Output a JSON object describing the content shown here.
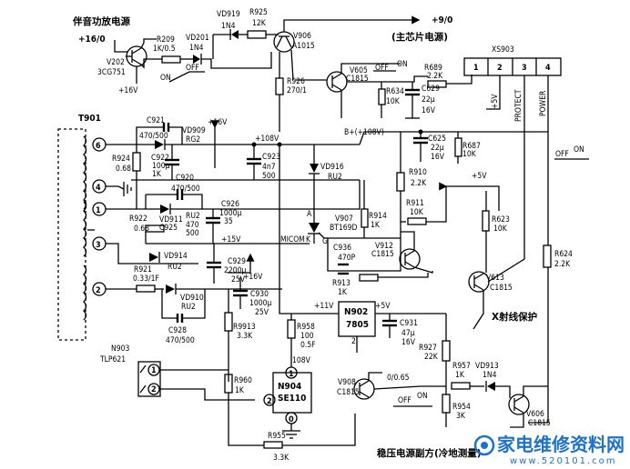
{
  "labels": {
    "audio_power": "伴音功放电源",
    "rail_16_0": "+16/0",
    "rail_9_0": "+9/0",
    "main_chip_power": "(主芯片电源)",
    "rail_16v": "+16V",
    "rail_16v_b": "+16V",
    "rail_16v_c": "+16V",
    "rail_15v": "+15V",
    "rail_108v": "+108V",
    "rail_b_108": "B+(+108V)",
    "rail_11v": "+11V",
    "rail_5v": "+5V",
    "rail_5v_b": "+5V",
    "rail_5v_c": "+5V",
    "v108": "108V",
    "v065": "0/0.65",
    "micom": "MICOM",
    "off_on_1": "OFF",
    "on_1": "ON",
    "off_on_2": "OFF",
    "on_2": "ON",
    "off_on_3": "OFF",
    "on_3": "ON",
    "off_on_4": "OFF",
    "on_4": "ON",
    "protect": "PROTECT",
    "power": "POWER",
    "xray": "X射线保护",
    "caption": "稳压电源副方(冷地测量)",
    "scr_a": "A",
    "scr_k": "K",
    "scr_g": "G"
  },
  "components": {
    "R209": {
      "name": "R209",
      "value": "1K/0.5"
    },
    "VD201": {
      "name": "VD201",
      "value": "1N4"
    },
    "V202": {
      "name": "V202",
      "value": "3CG751"
    },
    "VD919": {
      "name": "VD919",
      "value": "1N4"
    },
    "R925": {
      "name": "R925",
      "value": "12K"
    },
    "V906": {
      "name": "V906",
      "value": "A1015"
    },
    "V605": {
      "name": "V605",
      "value": "C1815"
    },
    "R926": {
      "name": "R926",
      "value": "270/1"
    },
    "R689": {
      "name": "R689",
      "value": "2.2K"
    },
    "R634": {
      "name": "R634",
      "value": "10K"
    },
    "C629": {
      "name": "C629",
      "value": "22μ",
      "voltage": "16V"
    },
    "XS903": {
      "name": "XS903",
      "pins": [
        "1",
        "2",
        "3",
        "4"
      ]
    },
    "T901": {
      "name": "T901",
      "pins": [
        "6",
        "4",
        "1",
        "3",
        "2"
      ]
    },
    "C921": {
      "name": "C921",
      "value": "470/500"
    },
    "VD909": {
      "name": "VD909",
      "value": "RG2"
    },
    "C922": {
      "name": "C922",
      "value": "100μ",
      "voltage": "1K"
    },
    "R924": {
      "name": "R924",
      "value": "0.68"
    },
    "C920": {
      "name": "C920",
      "value": "470/500"
    },
    "C923": {
      "name": "C923",
      "value": "4n7",
      "voltage": "500"
    },
    "VD916": {
      "name": "VD916",
      "value": "RU2"
    },
    "C625": {
      "name": "C625",
      "value": "22μ",
      "voltage": "16V"
    },
    "R687": {
      "name": "R687",
      "value": "10K"
    },
    "R910": {
      "name": "R910",
      "value": "2.2K"
    },
    "R911": {
      "name": "R911",
      "value": "10K"
    },
    "R922": {
      "name": "R922",
      "value": "0.68"
    },
    "VD911": {
      "name": "VD911",
      "value": "RU2"
    },
    "C925": {
      "name": "C925",
      "value": "470",
      "voltage": "500"
    },
    "C926": {
      "name": "C926",
      "value": "1000μ",
      "voltage": "35"
    },
    "V907": {
      "name": "V907",
      "value": "BT169D"
    },
    "R914": {
      "name": "R914",
      "value": "1K"
    },
    "C936": {
      "name": "C936",
      "value": "470P"
    },
    "V912": {
      "name": "V912",
      "value": "C1815"
    },
    "R623": {
      "name": "R623",
      "value": "10K"
    },
    "R624": {
      "name": "R624",
      "value": "2.2K"
    },
    "VD914": {
      "name": "VD914",
      "value": "RU2"
    },
    "C929": {
      "name": "C929",
      "value": "2200μ",
      "voltage": "25V"
    },
    "R921": {
      "name": "R921",
      "value": "0.33/1F"
    },
    "R913": {
      "name": "R913",
      "value": "1K"
    },
    "V613": {
      "name": "V613",
      "value": "C1815"
    },
    "VD910": {
      "name": "VD910",
      "value": "RU2"
    },
    "C930": {
      "name": "C930",
      "value": "1000μ",
      "voltage": "25V"
    },
    "C928": {
      "name": "C928",
      "value": "470/500"
    },
    "N902": {
      "name": "N902",
      "value": "7805",
      "pin": "2"
    },
    "C931": {
      "name": "C931",
      "value": "47μ",
      "voltage": "16V"
    },
    "R958": {
      "name": "R958",
      "value": "100",
      "power": "0.5F"
    },
    "R9913": {
      "name": "R9913",
      "value": "3.3K"
    },
    "R927": {
      "name": "R927",
      "value": "22K"
    },
    "N903": {
      "name": "N903",
      "value": "TLP621",
      "pins": [
        "1",
        "2"
      ]
    },
    "R960": {
      "name": "R960",
      "value": "1K"
    },
    "N904": {
      "name": "N904",
      "value": "SE110",
      "pins": [
        "1",
        "2",
        "0"
      ]
    },
    "V908": {
      "name": "V908",
      "value": "C1815"
    },
    "R957": {
      "name": "R957",
      "value": "1K"
    },
    "VD913": {
      "name": "VD913",
      "value": "1N4"
    },
    "R954": {
      "name": "R954",
      "value": "3K"
    },
    "V606": {
      "name": "V606",
      "value": "C1815"
    },
    "R955": {
      "name": "R955",
      "value": "3.3K"
    }
  },
  "watermark": {
    "text": "家电维修资料网",
    "url": "www.520101.com"
  }
}
